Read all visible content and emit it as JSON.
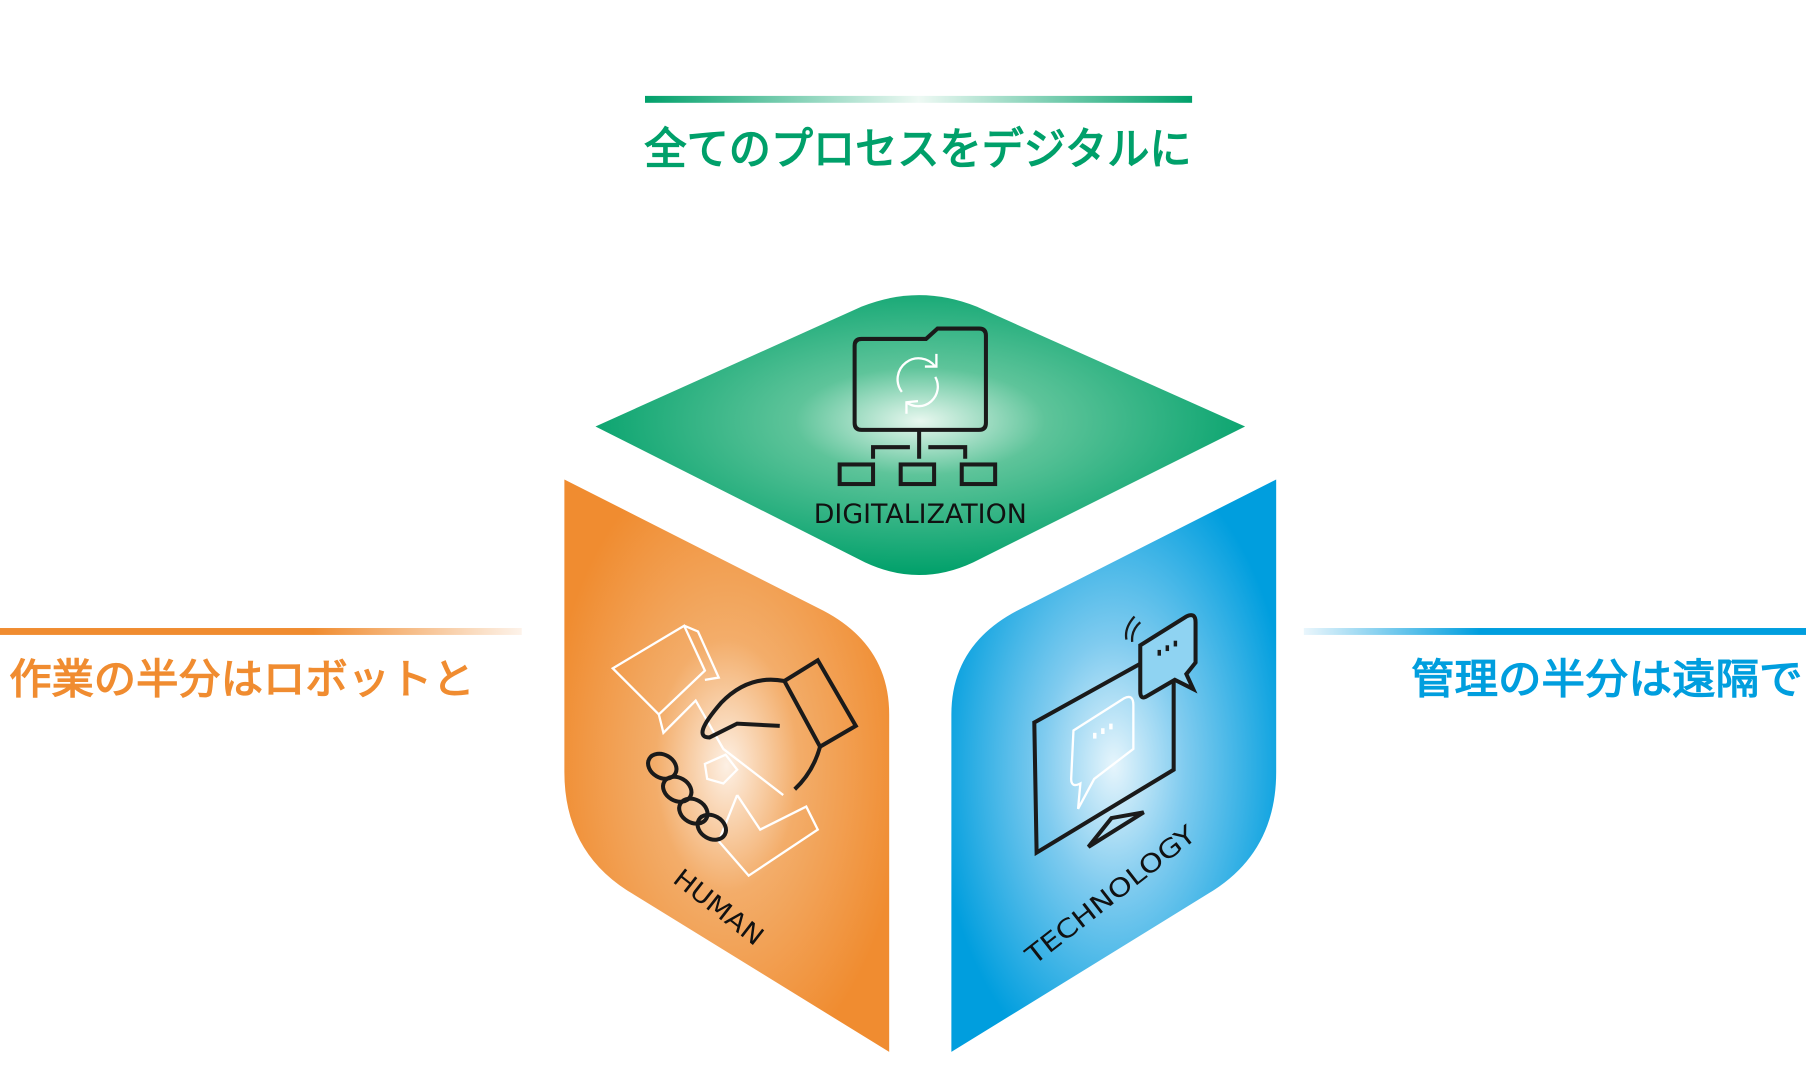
{
  "headings": {
    "digitalization": "全てのプロセスをデジタルに",
    "human": "作業の半分はロボットと",
    "technology": "管理の半分は遠隔で"
  },
  "faces": {
    "digitalization": {
      "label": "DIGITALIZATION",
      "icon": "folder-network-sync-icon"
    },
    "human": {
      "label": "HUMAN",
      "icon": "handshake-robot-icon"
    },
    "technology": {
      "label": "TECHNOLOGY",
      "icon": "monitor-chat-icon"
    }
  },
  "colors": {
    "green": "#00a06a",
    "orange": "#f08c30",
    "blue": "#009ede"
  }
}
